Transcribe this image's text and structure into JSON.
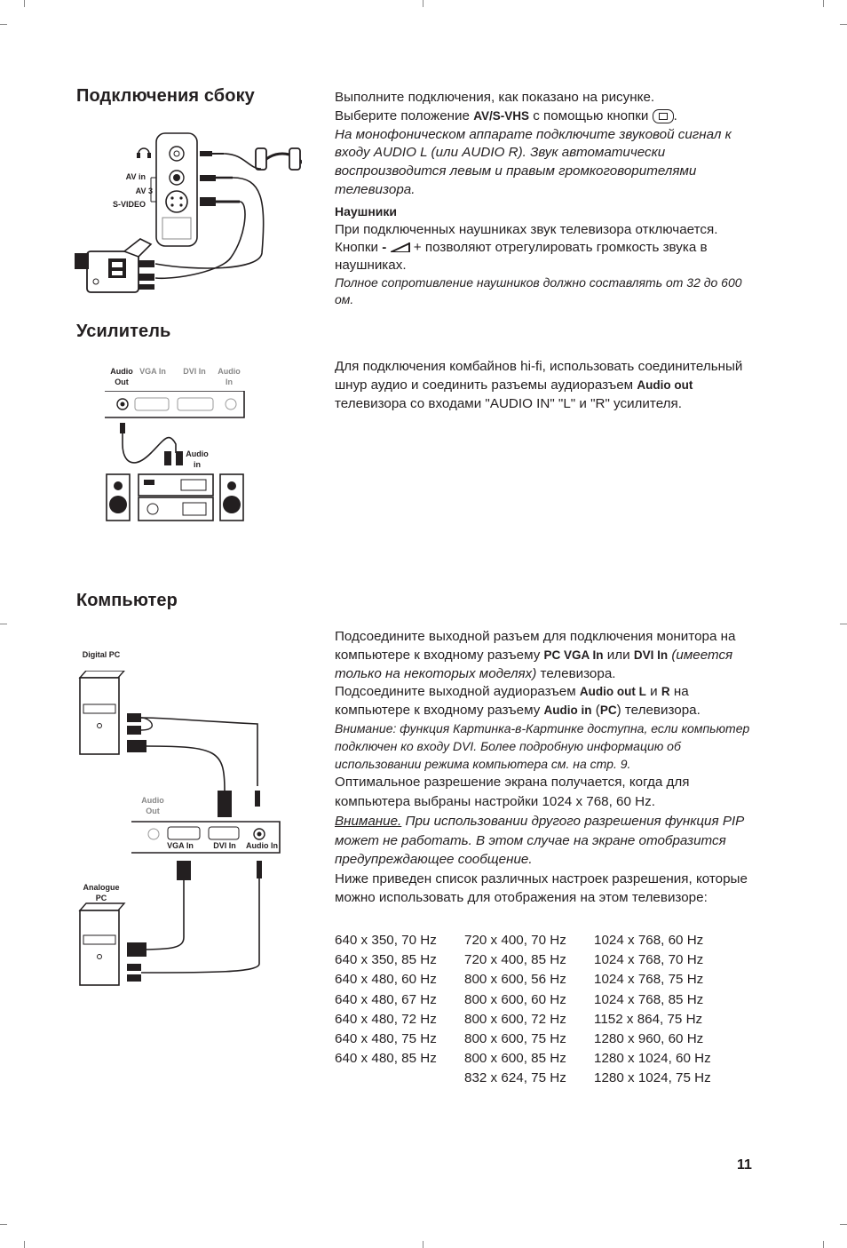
{
  "sections": {
    "side": {
      "title": "Подключения сбоку",
      "para1_a": "Выполните подключения, как показано на рисунке.",
      "para1_b_pre": "Выберите положение ",
      "para1_b_bold": "AV/S-VHS",
      "para1_b_post": " с помощью кнопки ",
      "para1_b_end": ".",
      "para1_italic": "На монофоническом аппарате подключите звуковой сигнал к входу AUDIO L (или AUDIO R). Звук автоматически воспроизводится левым и правым громкоговорителями телевизора.",
      "headphones_title": "Наушники",
      "headphones_text_a": "При подключенных наушниках звук телевизора отключается. Кнопки ",
      "headphones_text_minus": "-",
      "headphones_text_b": " + позволяют отрегулировать громкость звука в наушниках.",
      "headphones_italic": "Полное сопротивление наушников должно составлять от 32 до 600 ом.",
      "labels": {
        "av_in": "AV in",
        "av3": "AV 3",
        "svideo": "S-VIDEO"
      }
    },
    "amplifier": {
      "title": "Усилитель",
      "text_pre": "Для подключения комбайнов hi-fi, использовать соединительный шнур аудио и соединить разъемы аудиоразъем ",
      "text_bold": "Audio out",
      "text_post": " телевизора со входами \"AUDIO IN\" \"L\" и \"R\" усилителя.",
      "labels": {
        "audio_out": "Audio Out",
        "vga_in": "VGA In",
        "dvi_in": "DVI In",
        "audio_in": "Audio In",
        "audio_in2": "Audio in"
      }
    },
    "computer": {
      "title": "Компьютер",
      "p1_a": "Подсоедините выходной разъем для подключения монитора на компьютере к входному разъему ",
      "p1_b": "PC VGA In",
      "p1_c": " или ",
      "p1_d": "DVI In",
      "p1_e": " (имеется только на некоторых моделях)",
      "p1_f": " телевизора.",
      "p2_a": "Подсоедините выходной аудиоразъем ",
      "p2_b": "Audio out L",
      "p2_c": " и ",
      "p2_d": "R",
      "p2_e": " на компьютере к входному разъему ",
      "p2_f": "Audio in",
      "p2_g": " (",
      "p2_h": "PC",
      "p2_i": ") телевизора.",
      "p3_italic": "Внимание: функция Картинка-в-Картинке доступна, если компьютер подключен ко входу DVI. Более подробную информацию об использовании режима компьютера см. на стр. 9.",
      "p4": "Оптимальное разрешение экрана получается, когда для компьютера выбраны настройки 1024 x 768, 60 Hz.",
      "p5_u": "Внимание.",
      "p5_rest": " При использовании другого разрешения функция PIP может не работать. В этом случае на экране отобразится предупреждающее сообщение.",
      "p6": "Ниже приведен список различных настроек разрешения, которые можно использовать для отображения на этом телевизоре:",
      "resolutions": [
        [
          "640 x 350, 70 Hz",
          "720 x 400, 70 Hz",
          "1024 x 768, 60 Hz"
        ],
        [
          "640 x 350, 85 Hz",
          "720 x 400, 85 Hz",
          "1024 x 768, 70 Hz"
        ],
        [
          "640 x 480, 60 Hz",
          "800 x 600, 56 Hz",
          "1024 x 768, 75 Hz"
        ],
        [
          "640 x 480, 67 Hz",
          "800 x 600, 60 Hz",
          "1024 x 768, 85 Hz"
        ],
        [
          "640 x 480, 72 Hz",
          "800 x 600, 72 Hz",
          "1152 x 864, 75 Hz"
        ],
        [
          "640 x 480, 75 Hz",
          "800 x 600, 75 Hz",
          "1280 x 960, 60 Hz"
        ],
        [
          "640 x 480, 85 Hz",
          "800 x 600, 85 Hz",
          "1280 x 1024, 60 Hz"
        ],
        [
          "",
          "832 x 624, 75 Hz",
          "1280 x 1024, 75 Hz"
        ]
      ],
      "labels": {
        "digital_pc": "Digital PC",
        "analogue_pc": "Analogue PC",
        "audio_out": "Audio Out",
        "vga_in": "VGA In",
        "dvi_in": "DVI In",
        "audio_in": "Audio In"
      }
    }
  },
  "page_number": "11"
}
